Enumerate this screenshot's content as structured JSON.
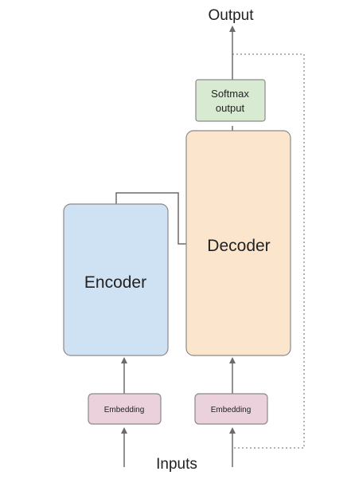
{
  "labels": {
    "output": "Output",
    "inputs": "Inputs",
    "encoder": "Encoder",
    "decoder": "Decoder",
    "softmax_line1": "Softmax",
    "softmax_line2": "output",
    "embedding_left": "Embedding",
    "embedding_right": "Embedding"
  },
  "colors": {
    "encoder_fill": "#cfe2f3",
    "decoder_fill": "#fce5cd",
    "softmax_fill": "#d9ead3",
    "embedding_fill": "#ead1dc",
    "box_border": "#8a8a8a",
    "arrow": "#6b6b6b",
    "dotted_feedback": "#9a9a9a"
  }
}
